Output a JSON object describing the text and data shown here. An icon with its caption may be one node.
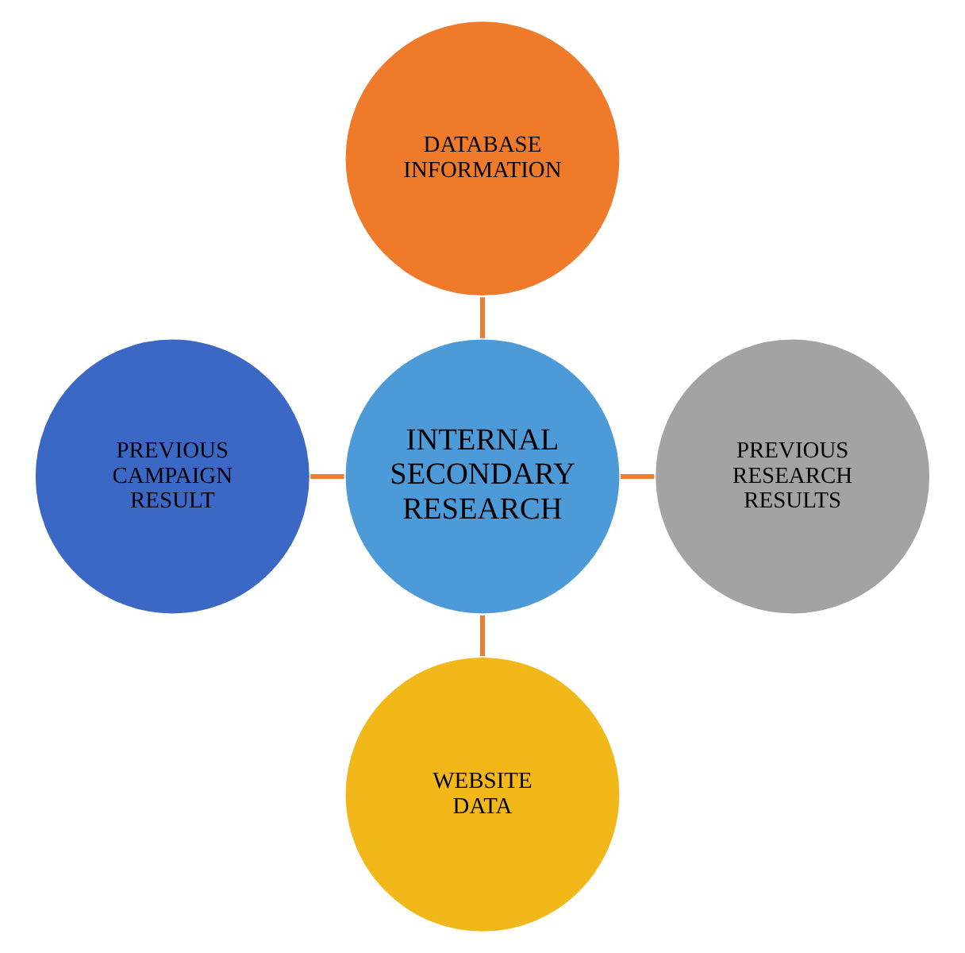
{
  "diagram": {
    "nodes": [
      {
        "text": [
          "DATABASE INFORMATION"
        ]
      },
      {
        "text": [
          "PREVIOUS CAMPAIGN RESULT"
        ]
      },
      {
        "text": [
          "INTERNAL SECONDARY RESEARCH"
        ]
      },
      {
        "text": [
          "PREVIOUS RESEARCH RESULTS"
        ]
      },
      {
        "text": [
          "WEBSITE DATA"
        ]
      }
    ],
    "edges": [
      {
        "from": 0,
        "to": 2,
        "arrow": "none"
      },
      {
        "from": 1,
        "to": 2,
        "arrow": "none"
      },
      {
        "from": 2,
        "to": 3,
        "arrow": "none"
      },
      {
        "from": 2,
        "to": 4,
        "arrow": "none"
      }
    ]
  }
}
